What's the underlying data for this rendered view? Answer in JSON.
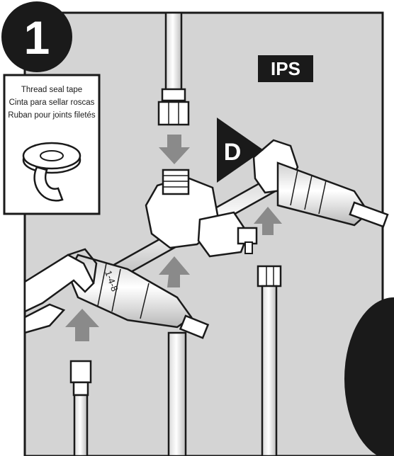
{
  "step": {
    "number": "1"
  },
  "label": {
    "ips": "IPS",
    "port": "D"
  },
  "tape_box": {
    "line1": "Thread seal tape",
    "line2": "Cinta para sellar roscas",
    "line3": "Ruban pour joints filetés"
  },
  "valve_marking": "1-4-8",
  "colors": {
    "panel": "#d4d4d4",
    "ink": "#1a1a1a",
    "arrow": "#8a8a8a",
    "metal": "#ffffff"
  },
  "icons": [
    "wrench-icon",
    "thread-tape-icon",
    "arrow-up-icon",
    "arrow-down-icon"
  ]
}
